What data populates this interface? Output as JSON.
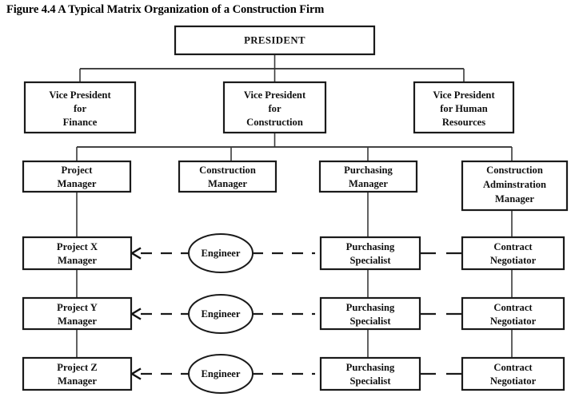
{
  "figure": {
    "title": "Figure 4.4 A Typical Matrix Organization of a Construction Firm"
  },
  "chart_data": {
    "type": "diagram",
    "diagram_type": "matrix-organization-chart",
    "title": "Figure 4.4 A Typical Matrix Organization of a Construction Firm",
    "levels": [
      {
        "level": 1,
        "name": "executive",
        "nodes": [
          "PRESIDENT"
        ]
      },
      {
        "level": 2,
        "name": "vice-presidents",
        "nodes": [
          "Vice President for Finance",
          "Vice President for Construction",
          "Vice President for Human Resources"
        ]
      },
      {
        "level": 3,
        "name": "managers",
        "nodes": [
          "Project Manager",
          "Construction Manager",
          "Purchasing Manager",
          "Construction Adminstration Manager"
        ]
      },
      {
        "level": 4,
        "name": "project-rows",
        "rows": [
          [
            "Project X Manager",
            "Engineer",
            "Purchasing Specialist",
            "Contract Negotiator"
          ],
          [
            "Project Y Manager",
            "Engineer",
            "Purchasing Specialist",
            "Contract Negotiator"
          ],
          [
            "Project Z Manager",
            "Engineer",
            "Purchasing Specialist",
            "Contract Negotiator"
          ]
        ]
      }
    ],
    "edges": {
      "solid_vertical": [
        "PRESIDENT -> Vice President for Finance",
        "PRESIDENT -> Vice President for Construction",
        "PRESIDENT -> Vice President for Human Resources",
        "Vice President for Construction -> Project Manager",
        "Vice President for Construction -> Construction Manager",
        "Vice President for Construction -> Purchasing Manager",
        "Vice President for Construction -> Construction Adminstration Manager",
        "Project Manager -> Project X Manager -> Project Y Manager -> Project Z Manager",
        "Purchasing Manager -> Purchasing Specialist (x3)",
        "Construction Adminstration Manager -> Contract Negotiator (x3)"
      ],
      "dashed_horizontal": [
        "Engineer --> Project X Manager (arrow)",
        "Engineer --- Purchasing Specialist --- Contract Negotiator (row X)",
        "Engineer --> Project Y Manager (arrow)",
        "Engineer --- Purchasing Specialist --- Contract Negotiator (row Y)",
        "Engineer --> Project Z Manager (arrow)",
        "Engineer --- Purchasing Specialist --- Contract Negotiator (row Z)"
      ]
    }
  },
  "nodes": {
    "president": {
      "label": "PRESIDENT"
    },
    "vp_finance": {
      "line1": "Vice President",
      "line2": "for",
      "line3": "Finance"
    },
    "vp_construction": {
      "line1": "Vice President",
      "line2": "for",
      "line3": "Construction"
    },
    "vp_hr": {
      "line1": "Vice President",
      "line2": "for Human",
      "line3": "Resources"
    },
    "project_manager": {
      "line1": "Project",
      "line2": "Manager"
    },
    "construction_manager": {
      "line1": "Construction",
      "line2": "Manager"
    },
    "purchasing_manager": {
      "line1": "Purchasing",
      "line2": "Manager"
    },
    "construction_admin_manager": {
      "line1": "Construction",
      "line2": "Adminstration",
      "line3": "Manager"
    },
    "project_x_manager": {
      "line1": "Project X",
      "line2": "Manager"
    },
    "project_y_manager": {
      "line1": "Project Y",
      "line2": "Manager"
    },
    "project_z_manager": {
      "line1": "Project Z",
      "line2": "Manager"
    },
    "engineer_x": {
      "label": "Engineer"
    },
    "engineer_y": {
      "label": "Engineer"
    },
    "engineer_z": {
      "label": "Engineer"
    },
    "purchasing_specialist_x": {
      "line1": "Purchasing",
      "line2": "Specialist"
    },
    "purchasing_specialist_y": {
      "line1": "Purchasing",
      "line2": "Specialist"
    },
    "purchasing_specialist_z": {
      "line1": "Purchasing",
      "line2": "Specialist"
    },
    "contract_negotiator_x": {
      "line1": "Contract",
      "line2": "Negotiator"
    },
    "contract_negotiator_y": {
      "line1": "Contract",
      "line2": "Negotiator"
    },
    "contract_negotiator_z": {
      "line1": "Contract",
      "line2": "Negotiator"
    }
  },
  "colors": {
    "background": "#ffffff",
    "box_stroke": "#1a1a1a",
    "connector": "#3a3a3a",
    "text": "#111111"
  }
}
